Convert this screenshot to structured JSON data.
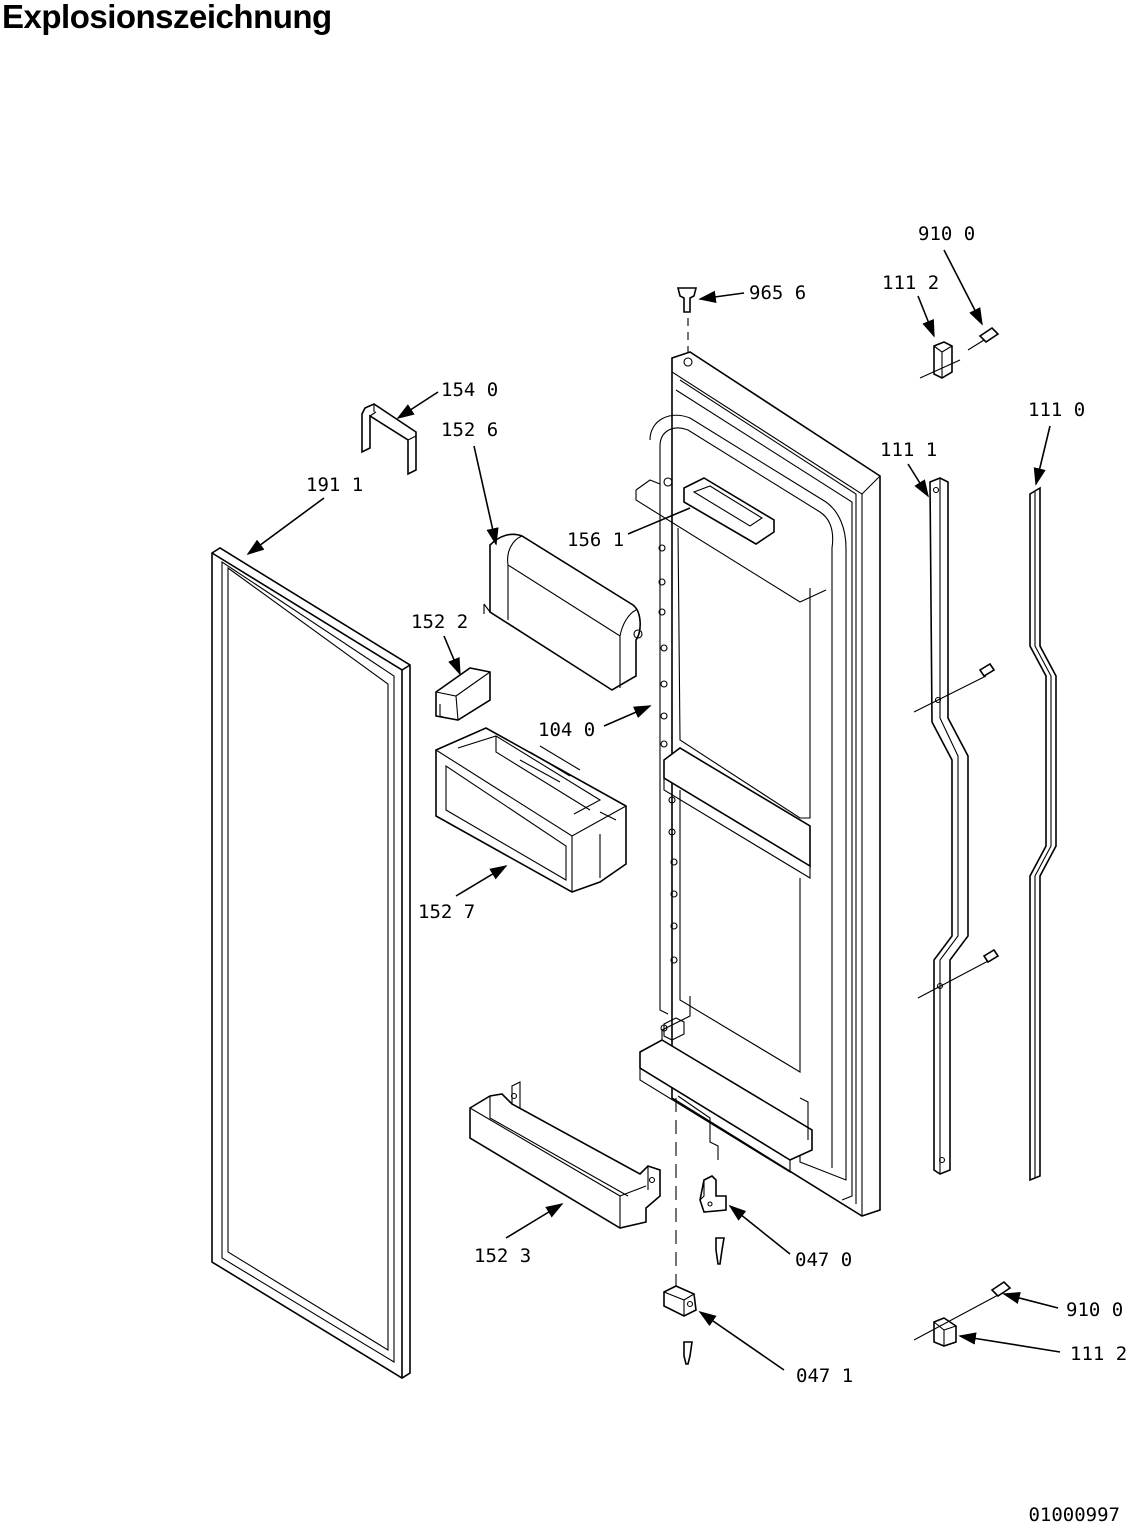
{
  "title": "Explosionszeichnung",
  "doc_number": "01000997",
  "parts": [
    {
      "label": "965 6"
    },
    {
      "label": "910 0"
    },
    {
      "label": "111 2"
    },
    {
      "label": "154 0"
    },
    {
      "label": "152 6"
    },
    {
      "label": "191 1"
    },
    {
      "label": "111 0"
    },
    {
      "label": "111 1"
    },
    {
      "label": "156 1"
    },
    {
      "label": "152 2"
    },
    {
      "label": "104 0"
    },
    {
      "label": "152 7"
    },
    {
      "label": "152 3"
    },
    {
      "label": "047 0"
    },
    {
      "label": "910 0"
    },
    {
      "label": "111 2"
    },
    {
      "label": "047 1"
    }
  ]
}
